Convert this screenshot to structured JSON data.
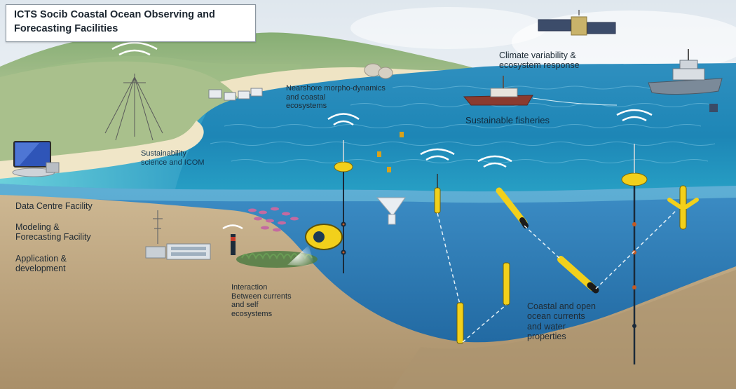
{
  "title": {
    "line1": "ICTS Socib Coastal Ocean Observing and",
    "line2": "Forecasting Facilities"
  },
  "labels": {
    "climate": [
      "Climate variability &",
      "ecosystem response"
    ],
    "nearshore": [
      "Nearshore morpho-dynamics",
      "and coastal",
      "ecosystems"
    ],
    "fisheries": [
      "Sustainable fisheries"
    ],
    "sustainability": [
      "Sustainability",
      "science and ICOM"
    ],
    "data_centre": [
      "Data Centre Facility"
    ],
    "modeling": [
      "Modeling &",
      "Forecasting Facility"
    ],
    "application": [
      "Application &",
      "development"
    ],
    "interaction": [
      "Interaction",
      "Between currents",
      "and self",
      "ecosystems"
    ],
    "coastal_open": [
      "Coastal and open",
      "ocean currents",
      "and water",
      "properties"
    ]
  },
  "colors": {
    "sky_top": "#f3f6f9",
    "sea_surface": "#1c7fb0",
    "deep_water": "#1f6aa5",
    "shallow_water": "#5fc9d6",
    "sand_land": "#c9b48d",
    "seabed": "#b9a17c",
    "hills": "#7fa96d",
    "device_yellow": "#f2d01b",
    "title_text": "#1c2630"
  },
  "icons": [
    "satellite-icon",
    "research-vessel-icon",
    "fishing-boat-icon",
    "antenna-tower-icon",
    "hf-radar-icon",
    "computer-monitor-icon",
    "surface-buoy-icon",
    "glider-icon",
    "profiling-float-icon",
    "fish-school-icon",
    "sediment-trap-icon",
    "underwater-camera-icon",
    "data-centre-building-icon",
    "signal-waves-icon"
  ]
}
